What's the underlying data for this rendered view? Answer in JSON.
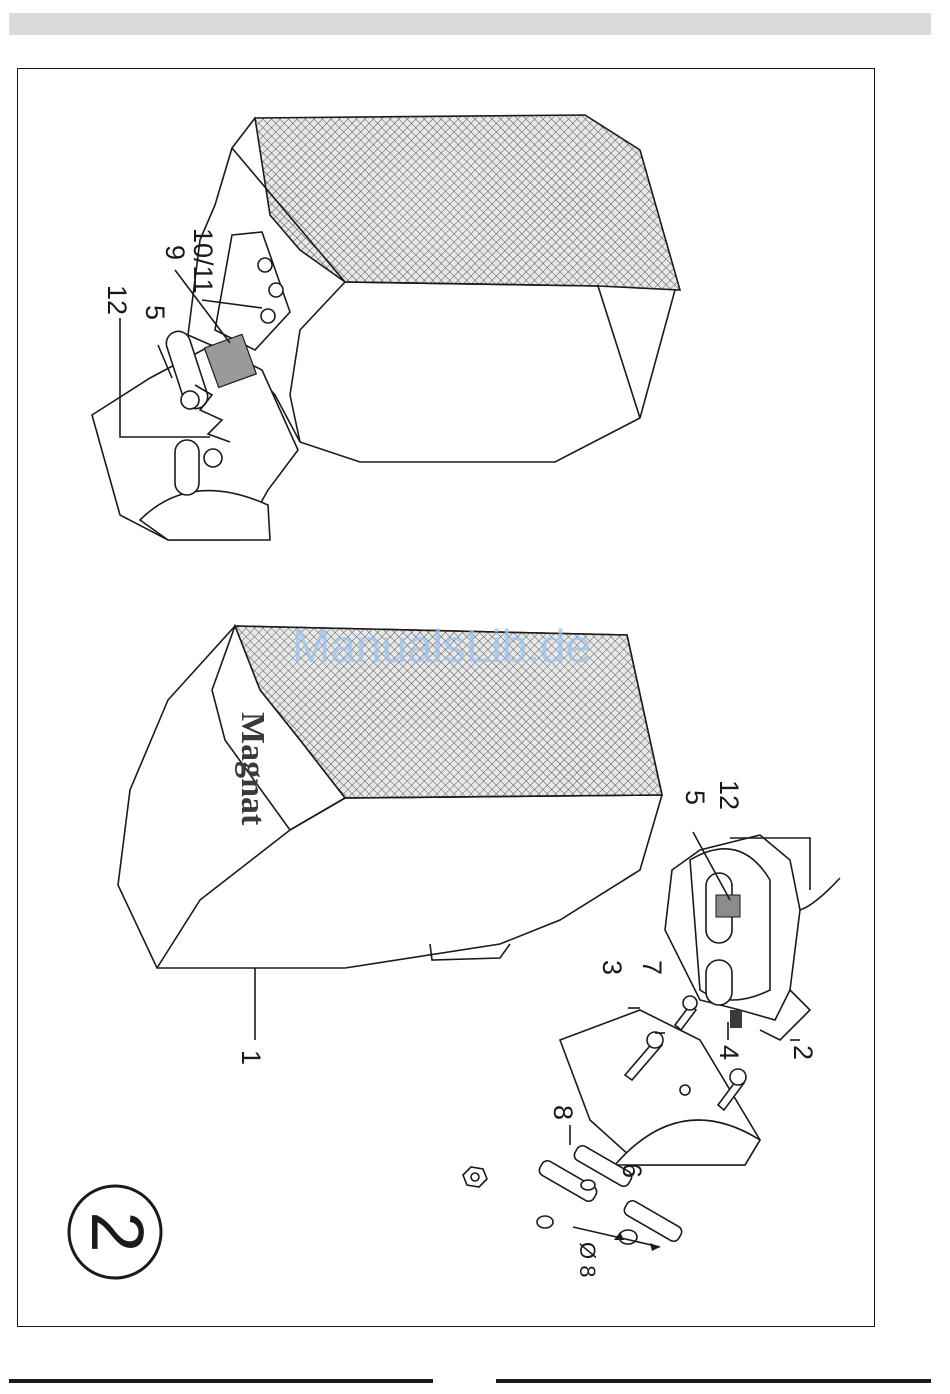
{
  "figure": {
    "number": "2",
    "brand_logo_text": "Magnat",
    "watermark": "ManualsLib.de",
    "dimension_label": "Ø 8",
    "callouts": {
      "c1": "1",
      "c2": "2",
      "c3": "3",
      "c4": "4",
      "c5_bottom": "5",
      "c12_bottom": "12",
      "c6": "6",
      "c7": "7",
      "c8": "8",
      "c12_top": "12",
      "c5_top": "5",
      "c9": "9",
      "c10_11": "10/11"
    }
  }
}
